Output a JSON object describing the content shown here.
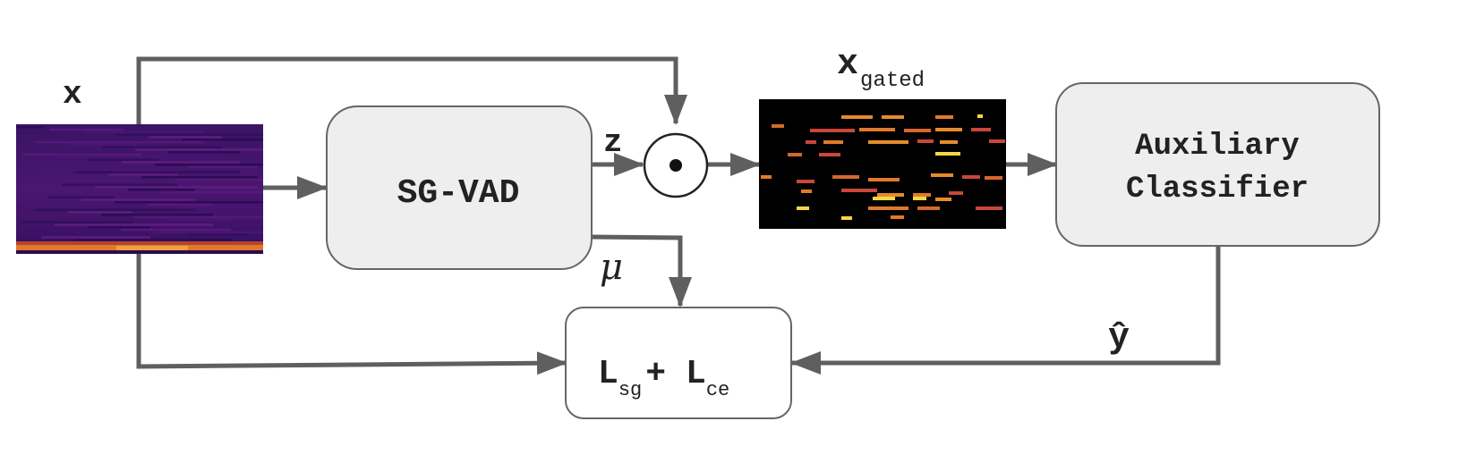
{
  "input": {
    "label": "x"
  },
  "sgvad": {
    "label": "SG-VAD"
  },
  "gate_output": {
    "label": "z"
  },
  "mu": {
    "label": "μ"
  },
  "gated": {
    "label": "x",
    "subscript": "gated"
  },
  "classifier": {
    "line1": "Auxiliary",
    "line2": "Classifier"
  },
  "prediction": {
    "label": "ŷ"
  },
  "loss": {
    "l1": "L",
    "sub1": "sg",
    "plus": "+",
    "l2": "L",
    "sub2": "ce"
  },
  "colors": {
    "arrow": "#5f5f5f",
    "box_fill": "#eeeeee",
    "box_stroke": "#666666",
    "spectrogram_bg": "#3a1163",
    "gated_bg": "#000000",
    "highlight_orange": "#e58b2c",
    "highlight_yellow": "#f6d743"
  }
}
